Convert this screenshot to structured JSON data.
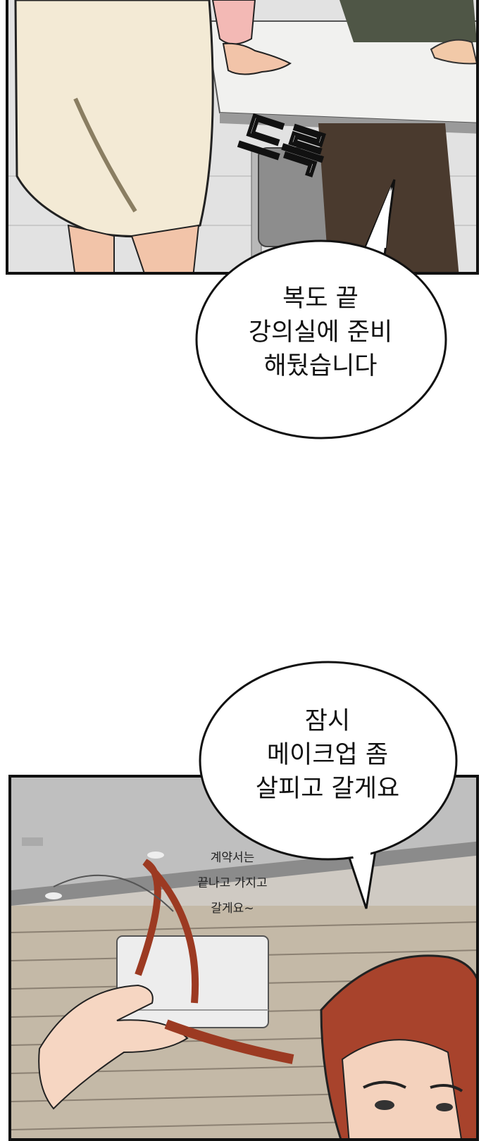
{
  "sfx": {
    "text": "드륵"
  },
  "bubble_1": {
    "text": "복도 끝\n강의실에 준비\n해뒀습니다"
  },
  "bubble_2": {
    "text": "잠시\n메이크업 좀\n살피고 갈게요"
  },
  "whisper": {
    "text": "계약서는\n끝나고 가지고\n갈게요~"
  }
}
